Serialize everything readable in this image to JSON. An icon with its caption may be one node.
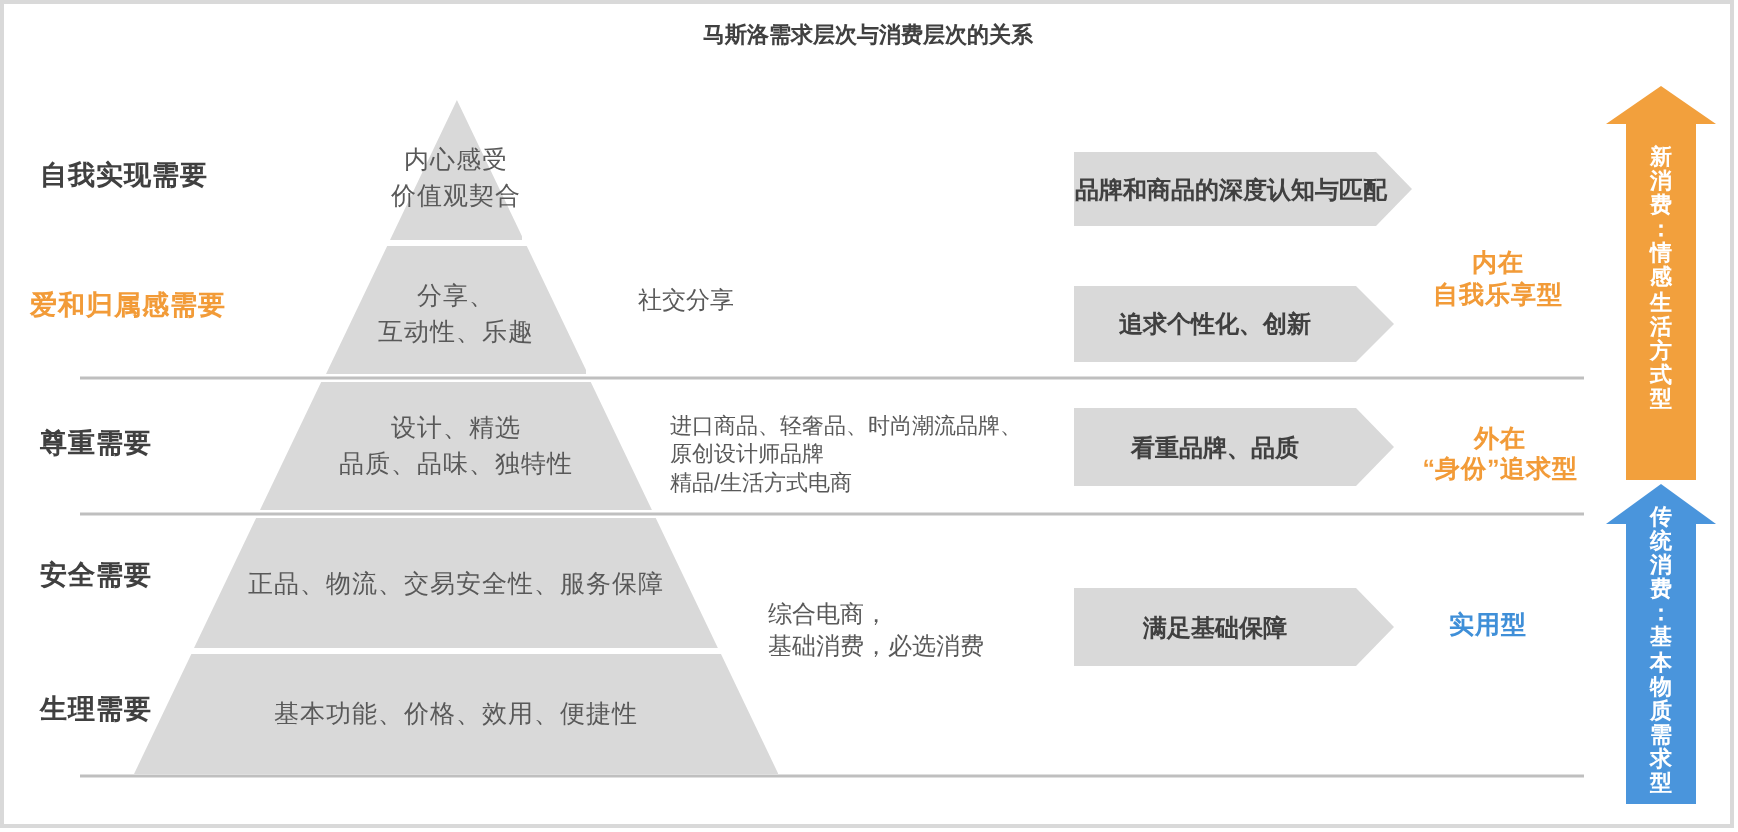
{
  "diagram": {
    "title": "马斯洛需求层次与消费层次的关系",
    "nodes": [
      {
        "text": [
          "内心感受",
          "价值观契合"
        ]
      },
      {
        "text": [
          "分享、",
          "互动性、乐趣"
        ]
      },
      {
        "text": [
          "设计、精选",
          "品质、品味、独特性"
        ]
      },
      {
        "text": [
          "正品、物流、交易安全性、服务保障"
        ]
      },
      {
        "text": [
          "基本功能、价格、效用、便捷性"
        ]
      },
      {
        "text": [
          "品牌和商品的深度认知与匹配"
        ]
      },
      {
        "text": [
          "追求个性化、创新"
        ]
      },
      {
        "text": [
          "看重品牌、品质"
        ]
      },
      {
        "text": [
          "满足基础保障"
        ]
      },
      {
        "text": [
          "新消费：情感生活方式型"
        ]
      },
      {
        "text": [
          "传统消费：基本物质需求型"
        ]
      }
    ],
    "labels": [
      "自我实现需要",
      "爱和归属感需要",
      "社交分享",
      "内在",
      "自我乐享型",
      "尊重需要",
      "进口商品、轻奢品、时尚潮流品牌、原创设计师品牌",
      "精品/生活方式电商",
      "外在",
      "“身份”追求型",
      "安全需要",
      "综合电商，",
      "基础消费，必选消费",
      "实用型",
      "生理需要"
    ]
  }
}
